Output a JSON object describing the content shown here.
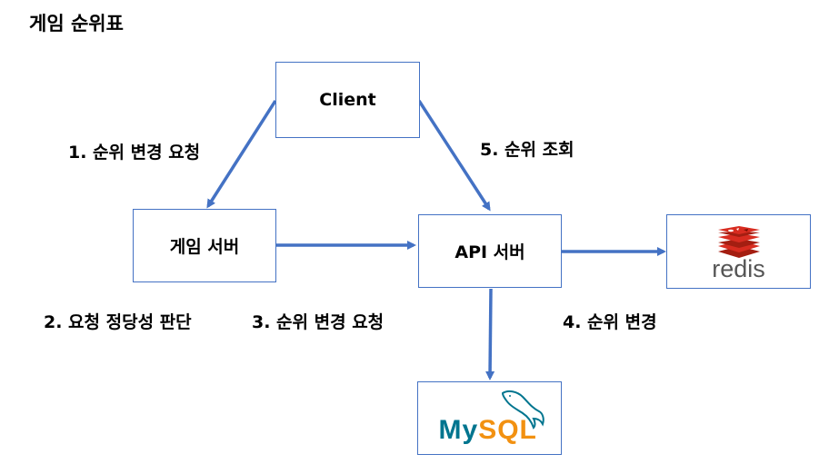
{
  "title": "게임 순위표",
  "nodes": {
    "client": "Client",
    "game_server": "게임 서버",
    "api_server": "API 서버",
    "redis": "redis",
    "mysql_my": "My",
    "mysql_sql": "SQL"
  },
  "edges": {
    "step1": "1. 순위 변경 요청",
    "step2": "2. 요청 정당성 판단",
    "step3": "3. 순위 변경 요청",
    "step4": "4. 순위 변경",
    "step5": "5. 순위 조회"
  },
  "colors": {
    "arrow": "#4472c4",
    "box_border": "#4472c4",
    "redis_red": "#d82c20",
    "mysql_blue": "#00758f",
    "mysql_orange": "#f29111"
  }
}
